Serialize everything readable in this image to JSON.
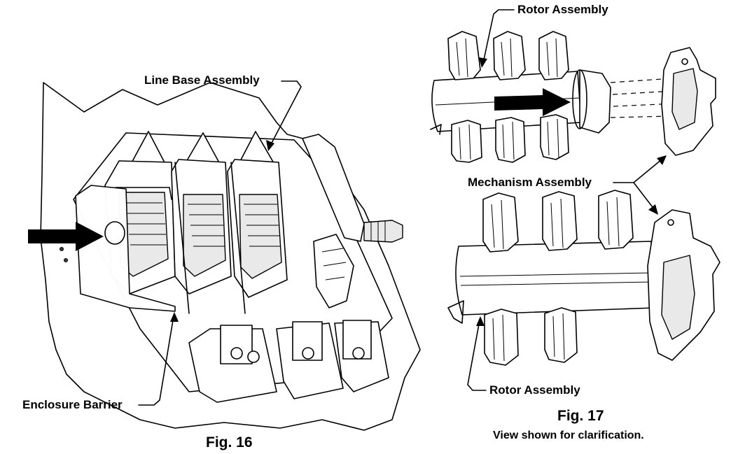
{
  "figures": {
    "fig16": {
      "caption": "Fig. 16",
      "labels": {
        "line_base_assembly": "Line Base Assembly",
        "enclosure_barrier": "Enclosure Barrier"
      }
    },
    "fig17": {
      "caption": "Fig. 17",
      "note": "View shown for clarification.",
      "labels": {
        "rotor_assembly_top": "Rotor Assembly",
        "mechanism_assembly": "Mechanism Assembly",
        "rotor_assembly_bottom": "Rotor Assembly"
      }
    }
  },
  "colors": {
    "line": "#000000",
    "background": "#ffffff",
    "shade": "#e9e9e9"
  }
}
